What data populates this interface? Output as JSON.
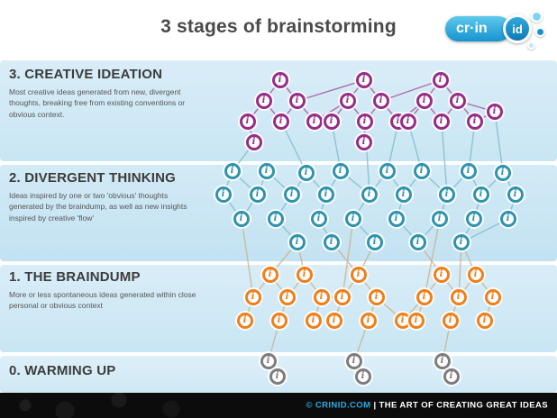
{
  "header": {
    "title": "3 stages of brainstorming"
  },
  "logo": {
    "cr": "cr",
    "sep1": "·",
    "in": "in",
    "sep2": "·",
    "id": "id"
  },
  "stages": [
    {
      "id": "creative-ideation",
      "label": "3. CREATIVE IDEATION",
      "description": "Most creative ideas generated from new, divergent thoughts, breaking free from existing conventions or obvious context.",
      "color": "#952d87"
    },
    {
      "id": "divergent-thinking",
      "label": "2. DIVERGENT THINKING",
      "description": "Ideas inspired by one or two 'obvious' thoughts generated by the braindump, as well as new insights inspired by creative 'flow'",
      "color": "#2f93ad"
    },
    {
      "id": "the-braindump",
      "label": "1. THE BRAINDUMP",
      "description": "More or less spontaneous ideas generated within close personal or obvious context",
      "color": "#ef7f1a"
    },
    {
      "id": "warming-up",
      "label": "0. WARMING UP",
      "description": "",
      "color": "#7d7d7d"
    }
  ],
  "footer": {
    "brand": "© CRINID.COM",
    "tagline": " | THE ART OF CREATING GREAT IDEAS",
    "brand_color": "#29abe2"
  },
  "network": {
    "node_glyph": "i",
    "edge_colors": {
      "p": "#a85fa0",
      "t": "#85bfcf",
      "n": "#c9b793",
      "g": "#b3b3b3"
    },
    "nodes": [
      [
        0,
        311,
        89
      ],
      [
        0,
        293,
        112
      ],
      [
        0,
        330,
        112
      ],
      [
        0,
        275,
        135
      ],
      [
        0,
        312,
        135
      ],
      [
        0,
        349,
        135
      ],
      [
        0,
        404,
        89
      ],
      [
        0,
        386,
        112
      ],
      [
        0,
        423,
        112
      ],
      [
        0,
        368,
        135
      ],
      [
        0,
        405,
        135
      ],
      [
        0,
        442,
        135
      ],
      [
        0,
        489,
        89
      ],
      [
        0,
        471,
        112
      ],
      [
        0,
        508,
        112
      ],
      [
        0,
        453,
        135
      ],
      [
        0,
        490,
        135
      ],
      [
        0,
        527,
        135
      ],
      [
        0,
        282,
        158
      ],
      [
        0,
        404,
        158
      ],
      [
        0,
        549,
        124
      ],
      [
        1,
        258,
        190
      ],
      [
        1,
        296,
        190
      ],
      [
        1,
        340,
        192
      ],
      [
        1,
        378,
        190
      ],
      [
        1,
        430,
        190
      ],
      [
        1,
        468,
        190
      ],
      [
        1,
        520,
        190
      ],
      [
        1,
        558,
        192
      ],
      [
        1,
        248,
        216
      ],
      [
        1,
        286,
        216
      ],
      [
        1,
        324,
        216
      ],
      [
        1,
        362,
        216
      ],
      [
        1,
        410,
        216
      ],
      [
        1,
        448,
        216
      ],
      [
        1,
        496,
        216
      ],
      [
        1,
        534,
        216
      ],
      [
        1,
        572,
        216
      ],
      [
        1,
        268,
        243
      ],
      [
        1,
        306,
        243
      ],
      [
        1,
        354,
        243
      ],
      [
        1,
        392,
        243
      ],
      [
        1,
        440,
        243
      ],
      [
        1,
        488,
        243
      ],
      [
        1,
        526,
        243
      ],
      [
        1,
        564,
        243
      ],
      [
        1,
        330,
        269
      ],
      [
        1,
        368,
        269
      ],
      [
        1,
        416,
        269
      ],
      [
        1,
        464,
        269
      ],
      [
        1,
        512,
        269
      ],
      [
        2,
        300,
        305
      ],
      [
        2,
        338,
        305
      ],
      [
        2,
        281,
        330
      ],
      [
        2,
        319,
        330
      ],
      [
        2,
        357,
        330
      ],
      [
        2,
        272,
        356
      ],
      [
        2,
        310,
        356
      ],
      [
        2,
        348,
        356
      ],
      [
        2,
        398,
        305
      ],
      [
        2,
        380,
        330
      ],
      [
        2,
        418,
        330
      ],
      [
        2,
        371,
        356
      ],
      [
        2,
        409,
        356
      ],
      [
        2,
        447,
        356
      ],
      [
        2,
        490,
        305
      ],
      [
        2,
        528,
        305
      ],
      [
        2,
        471,
        330
      ],
      [
        2,
        509,
        330
      ],
      [
        2,
        547,
        330
      ],
      [
        2,
        462,
        356
      ],
      [
        2,
        500,
        356
      ],
      [
        2,
        538,
        356
      ],
      [
        3,
        298,
        401
      ],
      [
        3,
        308,
        418
      ],
      [
        3,
        393,
        401
      ],
      [
        3,
        403,
        418
      ],
      [
        3,
        491,
        401
      ],
      [
        3,
        501,
        418
      ]
    ],
    "edges": [
      [
        0,
        1,
        "p"
      ],
      [
        0,
        2,
        "p"
      ],
      [
        1,
        3,
        "p"
      ],
      [
        1,
        4,
        "p"
      ],
      [
        2,
        4,
        "p"
      ],
      [
        2,
        5,
        "p"
      ],
      [
        6,
        7,
        "p"
      ],
      [
        6,
        8,
        "p"
      ],
      [
        7,
        9,
        "p"
      ],
      [
        7,
        10,
        "p"
      ],
      [
        8,
        10,
        "p"
      ],
      [
        8,
        11,
        "p"
      ],
      [
        12,
        13,
        "p"
      ],
      [
        12,
        14,
        "p"
      ],
      [
        13,
        15,
        "p"
      ],
      [
        13,
        16,
        "p"
      ],
      [
        14,
        16,
        "p"
      ],
      [
        14,
        17,
        "p"
      ],
      [
        18,
        3,
        "p"
      ],
      [
        19,
        10,
        "p"
      ],
      [
        20,
        17,
        "p"
      ],
      [
        5,
        7,
        "p"
      ],
      [
        11,
        13,
        "p"
      ],
      [
        6,
        2,
        "p"
      ],
      [
        12,
        8,
        "p"
      ],
      [
        20,
        14,
        "p"
      ],
      [
        21,
        18,
        "t"
      ],
      [
        23,
        4,
        "t"
      ],
      [
        24,
        9,
        "t"
      ],
      [
        25,
        11,
        "t"
      ],
      [
        26,
        15,
        "t"
      ],
      [
        27,
        17,
        "t"
      ],
      [
        28,
        20,
        "t"
      ],
      [
        33,
        10,
        "t"
      ],
      [
        35,
        16,
        "t"
      ],
      [
        21,
        29,
        "t"
      ],
      [
        21,
        30,
        "t"
      ],
      [
        22,
        30,
        "t"
      ],
      [
        22,
        31,
        "t"
      ],
      [
        23,
        31,
        "t"
      ],
      [
        23,
        32,
        "t"
      ],
      [
        24,
        32,
        "t"
      ],
      [
        24,
        33,
        "t"
      ],
      [
        25,
        33,
        "t"
      ],
      [
        25,
        34,
        "t"
      ],
      [
        26,
        34,
        "t"
      ],
      [
        26,
        35,
        "t"
      ],
      [
        27,
        35,
        "t"
      ],
      [
        27,
        36,
        "t"
      ],
      [
        28,
        36,
        "t"
      ],
      [
        28,
        37,
        "t"
      ],
      [
        29,
        38,
        "t"
      ],
      [
        30,
        38,
        "t"
      ],
      [
        31,
        39,
        "t"
      ],
      [
        32,
        40,
        "t"
      ],
      [
        33,
        41,
        "t"
      ],
      [
        34,
        42,
        "t"
      ],
      [
        35,
        43,
        "t"
      ],
      [
        36,
        44,
        "t"
      ],
      [
        37,
        45,
        "t"
      ],
      [
        39,
        46,
        "t"
      ],
      [
        40,
        47,
        "t"
      ],
      [
        41,
        48,
        "t"
      ],
      [
        42,
        49,
        "t"
      ],
      [
        43,
        49,
        "t"
      ],
      [
        44,
        50,
        "t"
      ],
      [
        45,
        50,
        "t"
      ],
      [
        46,
        51,
        "n"
      ],
      [
        46,
        52,
        "n"
      ],
      [
        47,
        59,
        "n"
      ],
      [
        48,
        59,
        "n"
      ],
      [
        49,
        65,
        "n"
      ],
      [
        50,
        66,
        "n"
      ],
      [
        50,
        68,
        "n"
      ],
      [
        51,
        53,
        "n"
      ],
      [
        51,
        54,
        "n"
      ],
      [
        52,
        54,
        "n"
      ],
      [
        52,
        55,
        "n"
      ],
      [
        53,
        56,
        "n"
      ],
      [
        54,
        57,
        "n"
      ],
      [
        55,
        58,
        "n"
      ],
      [
        59,
        60,
        "n"
      ],
      [
        59,
        61,
        "n"
      ],
      [
        60,
        62,
        "n"
      ],
      [
        61,
        63,
        "n"
      ],
      [
        61,
        64,
        "n"
      ],
      [
        65,
        67,
        "n"
      ],
      [
        65,
        68,
        "n"
      ],
      [
        66,
        68,
        "n"
      ],
      [
        66,
        69,
        "n"
      ],
      [
        67,
        70,
        "n"
      ],
      [
        68,
        71,
        "n"
      ],
      [
        69,
        72,
        "n"
      ],
      [
        55,
        60,
        "n"
      ],
      [
        64,
        67,
        "n"
      ],
      [
        53,
        38,
        "n"
      ],
      [
        60,
        41,
        "n"
      ],
      [
        67,
        43,
        "n"
      ],
      [
        73,
        57,
        "n"
      ],
      [
        75,
        63,
        "n"
      ],
      [
        77,
        71,
        "n"
      ],
      [
        73,
        74,
        "g"
      ],
      [
        75,
        76,
        "g"
      ],
      [
        77,
        78,
        "g"
      ]
    ]
  }
}
